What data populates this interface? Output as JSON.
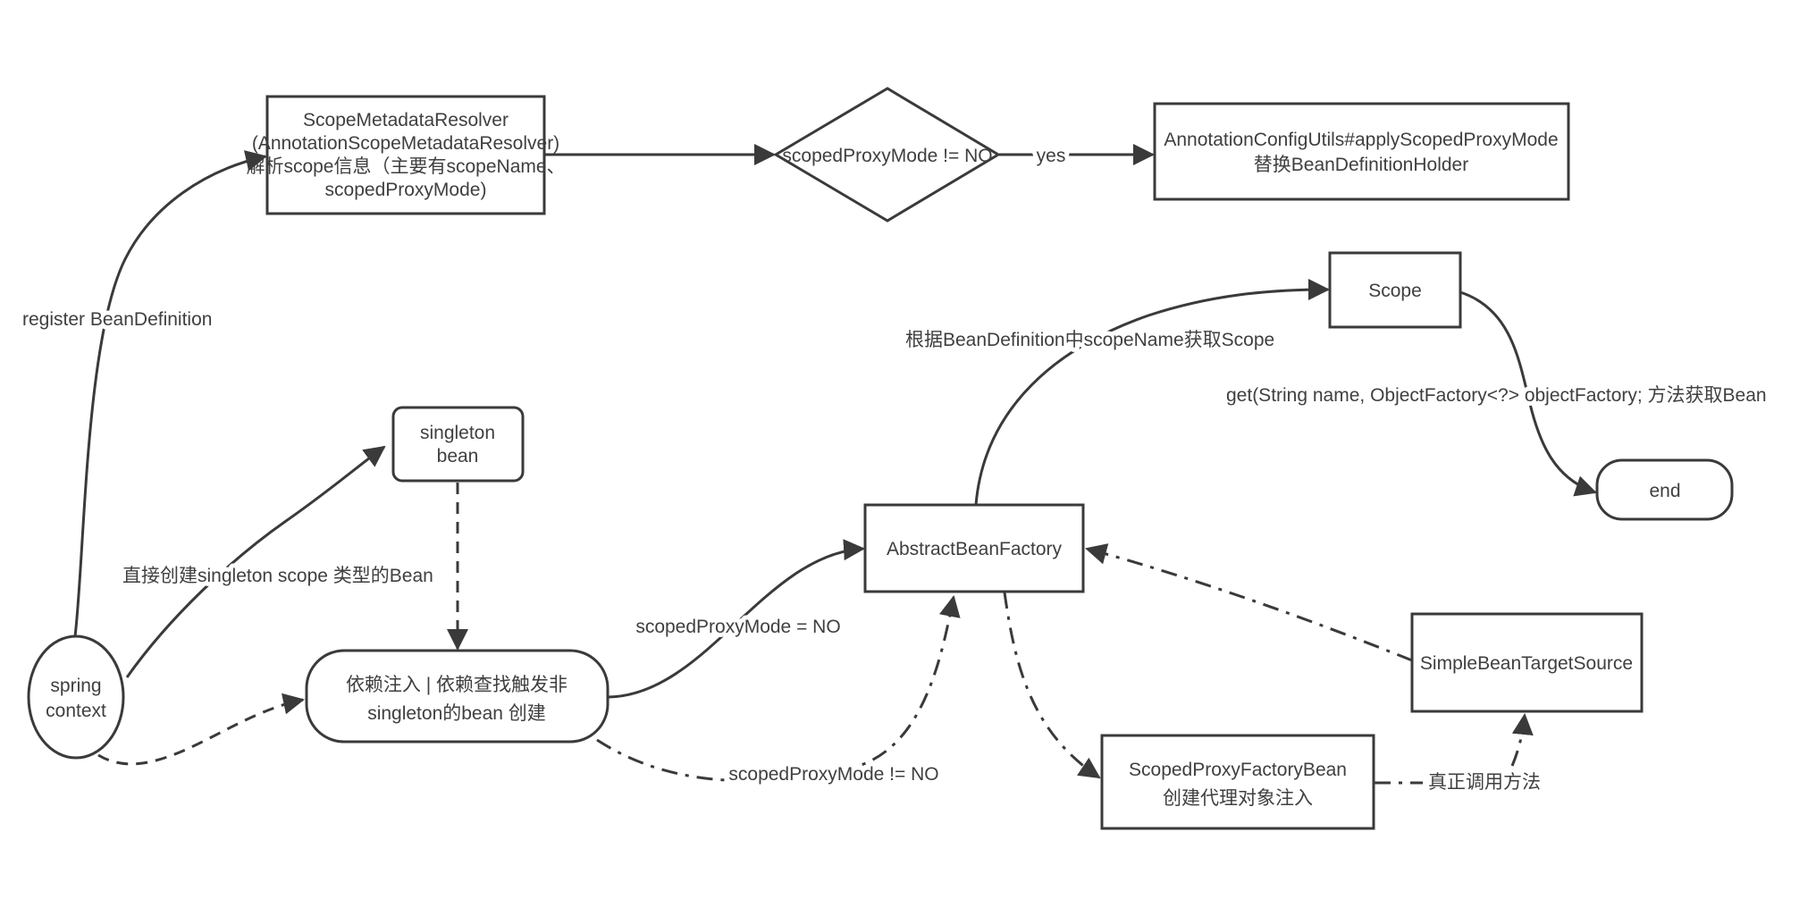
{
  "colors": {
    "stroke": "#3a3a3a",
    "text": "#3f3f3f",
    "background": "#ffffff"
  },
  "nodes": {
    "spring_context": {
      "lines": [
        "spring",
        "context"
      ]
    },
    "scope_metadata_resolver": {
      "lines": [
        "ScopeMetadataResolver",
        "(AnnotationScopeMetadataResolver)",
        "解析scope信息（主要有scopeName、",
        "scopedProxyMode)"
      ]
    },
    "scoped_proxy_mode_decision": {
      "label": "scopedProxyMode != NO"
    },
    "annotation_config_utils": {
      "lines": [
        "AnnotationConfigUtils#applyScopedProxyMode",
        "替换BeanDefinitionHolder"
      ]
    },
    "scope": {
      "label": "Scope"
    },
    "end": {
      "label": "end"
    },
    "abstract_bean_factory": {
      "label": "AbstractBeanFactory"
    },
    "simple_bean_target_source": {
      "label": "SimpleBeanTargetSource"
    },
    "scoped_proxy_factory_bean": {
      "lines": [
        "ScopedProxyFactoryBean",
        "创建代理对象注入"
      ]
    },
    "singleton_bean": {
      "lines": [
        "singleton",
        "bean"
      ]
    },
    "dependency_injection": {
      "lines": [
        "依赖注入 | 依赖查找触发非",
        "singleton的bean 创建"
      ]
    }
  },
  "edge_labels": {
    "register_bean_definition": "register BeanDefinition",
    "yes": "yes",
    "create_singleton": "直接创建singleton scope 类型的Bean",
    "scoped_proxy_mode_no": "scopedProxyMode = NO",
    "scoped_proxy_mode_not_no": "scopedProxyMode != NO",
    "get_scope_by_name": "根据BeanDefinition中scopeName获取Scope",
    "get_method": "get(String name, ObjectFactory<?> objectFactory; 方法获取Bean",
    "real_invoke": "真正调用方法"
  }
}
